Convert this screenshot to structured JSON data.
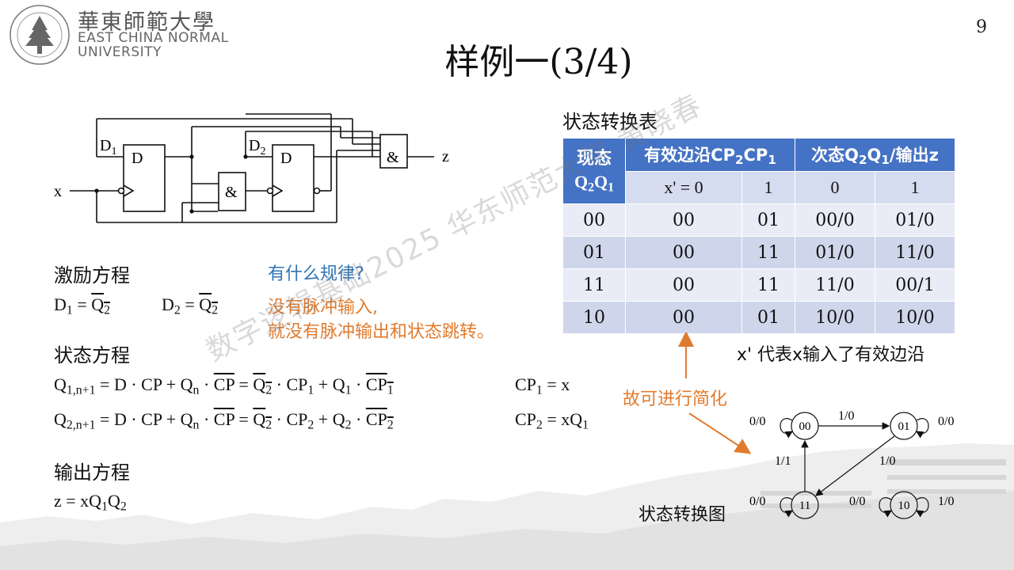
{
  "logo": {
    "cn": "華東師範大學",
    "en1": "EAST CHINA NORMAL",
    "en2": "UNIVERSITY"
  },
  "page_number": "9",
  "title": "样例一(3/4)",
  "circuit": {
    "x": "x",
    "z": "z",
    "d1": "D",
    "d1_sub": "1",
    "d2": "D",
    "d2_sub": "2",
    "ff1": "D",
    "ff2": "D",
    "and1": "&",
    "and2": "&"
  },
  "excitation": {
    "heading": "激励方程",
    "d1": {
      "lhs": "D",
      "lhs_sub": "1",
      "eq": " = ",
      "rhs": "Q",
      "rhs_sub": "2"
    },
    "d2": {
      "lhs": "D",
      "lhs_sub": "2",
      "eq": " = ",
      "rhs": "Q",
      "rhs_sub": "2"
    }
  },
  "question": "有什么规律?",
  "answer_line1": "没有脉冲输入,",
  "answer_line2": "就没有脉冲输出和状态跳转。",
  "state_eq": {
    "heading": "状态方程",
    "eq1": {
      "q": "Q",
      "q_sub": "1,n+1",
      "mid": " = D · CP + Q",
      "qn_sub": "n",
      "dot": " · ",
      "cp": "CP",
      "eq": " = ",
      "q2": "Q",
      "q2_sub": "2",
      "cpdot": " · CP",
      "cp_sub": "1",
      "plus": " + Q",
      "q1_sub": "1",
      "dot2": " · ",
      "cp2": "CP",
      "cp2_sub": "1",
      "right": "CP",
      "right_sub": "1",
      "right_rest": " = x"
    },
    "eq2": {
      "q": "Q",
      "q_sub": "2,n+1",
      "mid": " = D · CP + Q",
      "qn_sub": "n",
      "dot": " · ",
      "cp": "CP",
      "eq": " = ",
      "q2": "Q",
      "q2_sub": "2",
      "cpdot": " · CP",
      "cp_sub": "2",
      "plus": " + Q",
      "q1_sub": "2",
      "dot2": " · ",
      "cp2": "CP",
      "cp2_sub": "2",
      "right": "CP",
      "right_sub": "2",
      "right_rest": " = xQ",
      "right_rest_sub": "1"
    }
  },
  "output_eq": {
    "heading": "输出方程",
    "z": "z = xQ",
    "s1": "1",
    "q": "Q",
    "s2": "2"
  },
  "table": {
    "caption": "状态转换表",
    "h_state": "现态",
    "h_state2_a": "Q",
    "h_state2_sa": "2",
    "h_state2_b": "Q",
    "h_state2_sb": "1",
    "h_cp": "有效边沿CP",
    "h_cp_sub1": "2",
    "h_cp_mid": "CP",
    "h_cp_sub2": "1",
    "h_next": "次态Q",
    "h_next_s1": "2",
    "h_next_q": "Q",
    "h_next_s2": "1",
    "h_next_tail": "/输出z",
    "sub_headers": [
      "x' = 0",
      "1",
      "0",
      "1"
    ],
    "rows": [
      [
        "00",
        "00",
        "01",
        "00/0",
        "01/0"
      ],
      [
        "01",
        "00",
        "11",
        "01/0",
        "11/0"
      ],
      [
        "11",
        "00",
        "11",
        "11/0",
        "00/1"
      ],
      [
        "10",
        "00",
        "01",
        "10/0",
        "10/0"
      ]
    ],
    "note": "x' 代表x输入了有效边沿"
  },
  "simplify": "故可进行简化",
  "state_diagram": {
    "caption": "状态转换图",
    "states": [
      "00",
      "01",
      "11",
      "10"
    ],
    "labels": {
      "s00_self": "0/0",
      "s01_self": "0/0",
      "s11_self": "0/0",
      "s10_self_l": "0/0",
      "s10_self_r": "1/0",
      "e00_01": "1/0",
      "e01_11": "1/0",
      "e11_00": "1/1"
    }
  },
  "watermark": "数字逻辑基础2025 华东师范大学 黄晓春"
}
